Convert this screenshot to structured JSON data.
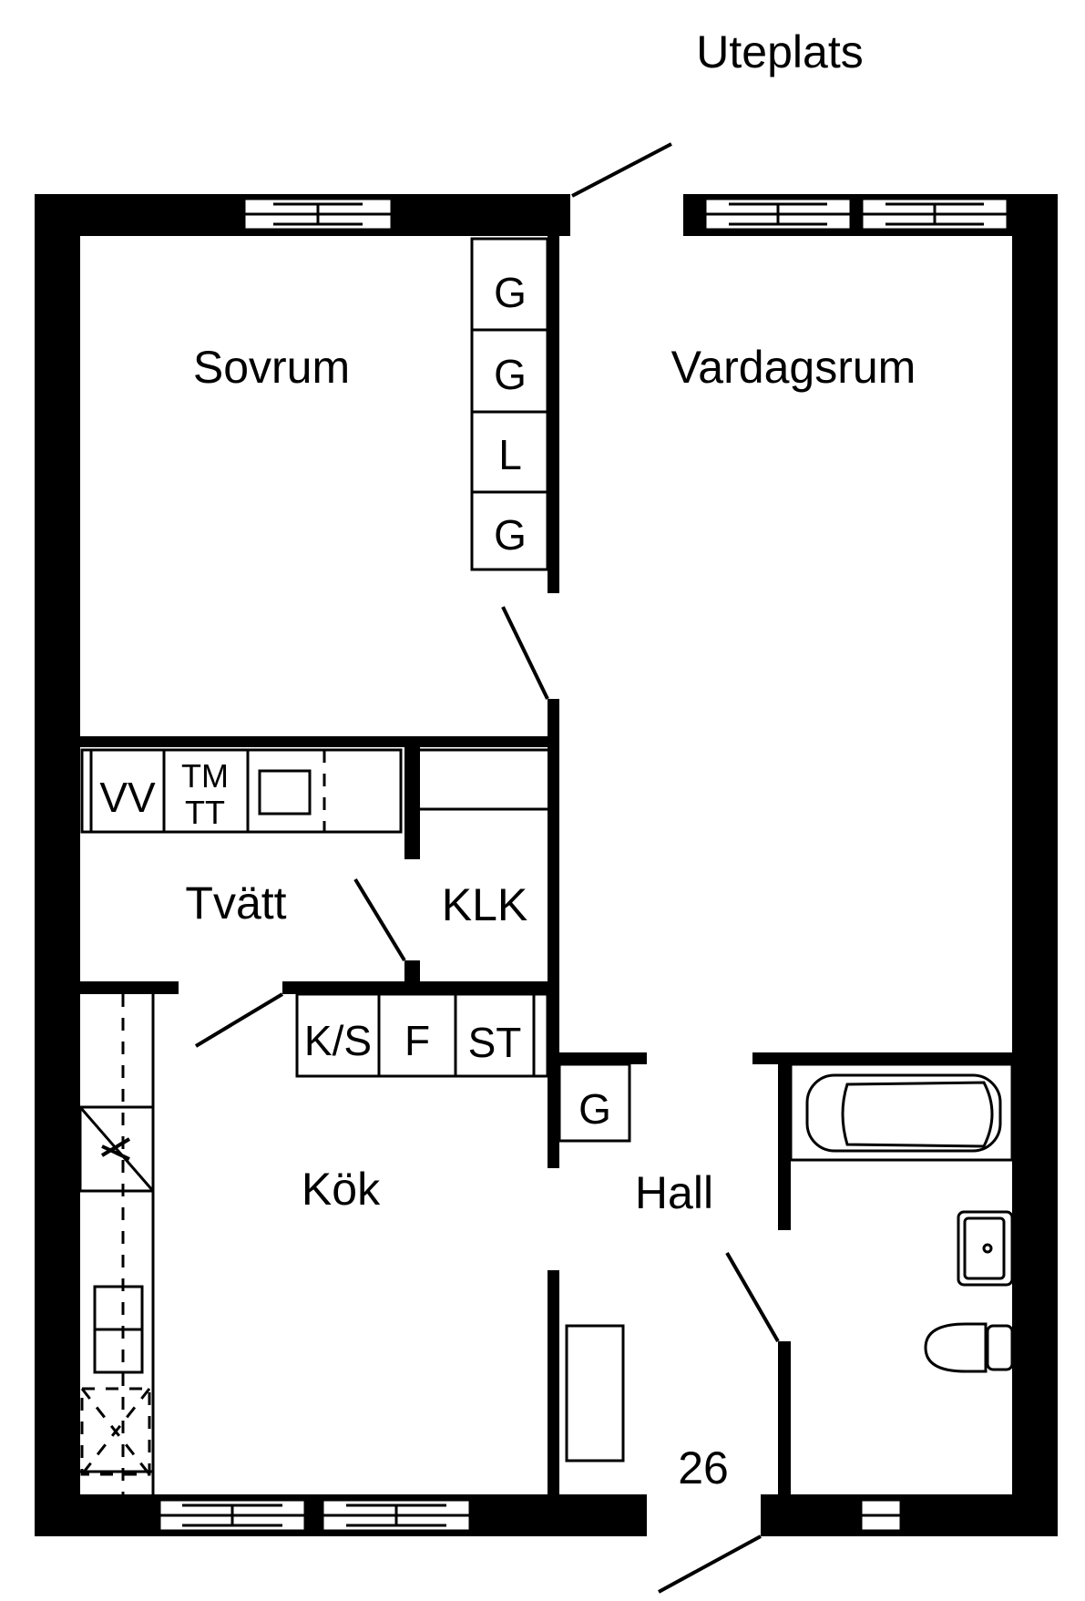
{
  "labels": {
    "uteplats": "Uteplats",
    "sovrum": "Sovrum",
    "vardagsrum": "Vardagsrum",
    "tvatt": "Tvätt",
    "klk": "KLK",
    "kok": "Kök",
    "hall": "Hall",
    "unit_number": "26"
  },
  "closet_codes": {
    "bedroom": [
      "G",
      "G",
      "L",
      "G"
    ],
    "laundry_vv": "VV",
    "laundry_tm": "TM",
    "laundry_tt": "TT",
    "kitchen": [
      "K/S",
      "F",
      "ST"
    ],
    "hall": "G"
  }
}
